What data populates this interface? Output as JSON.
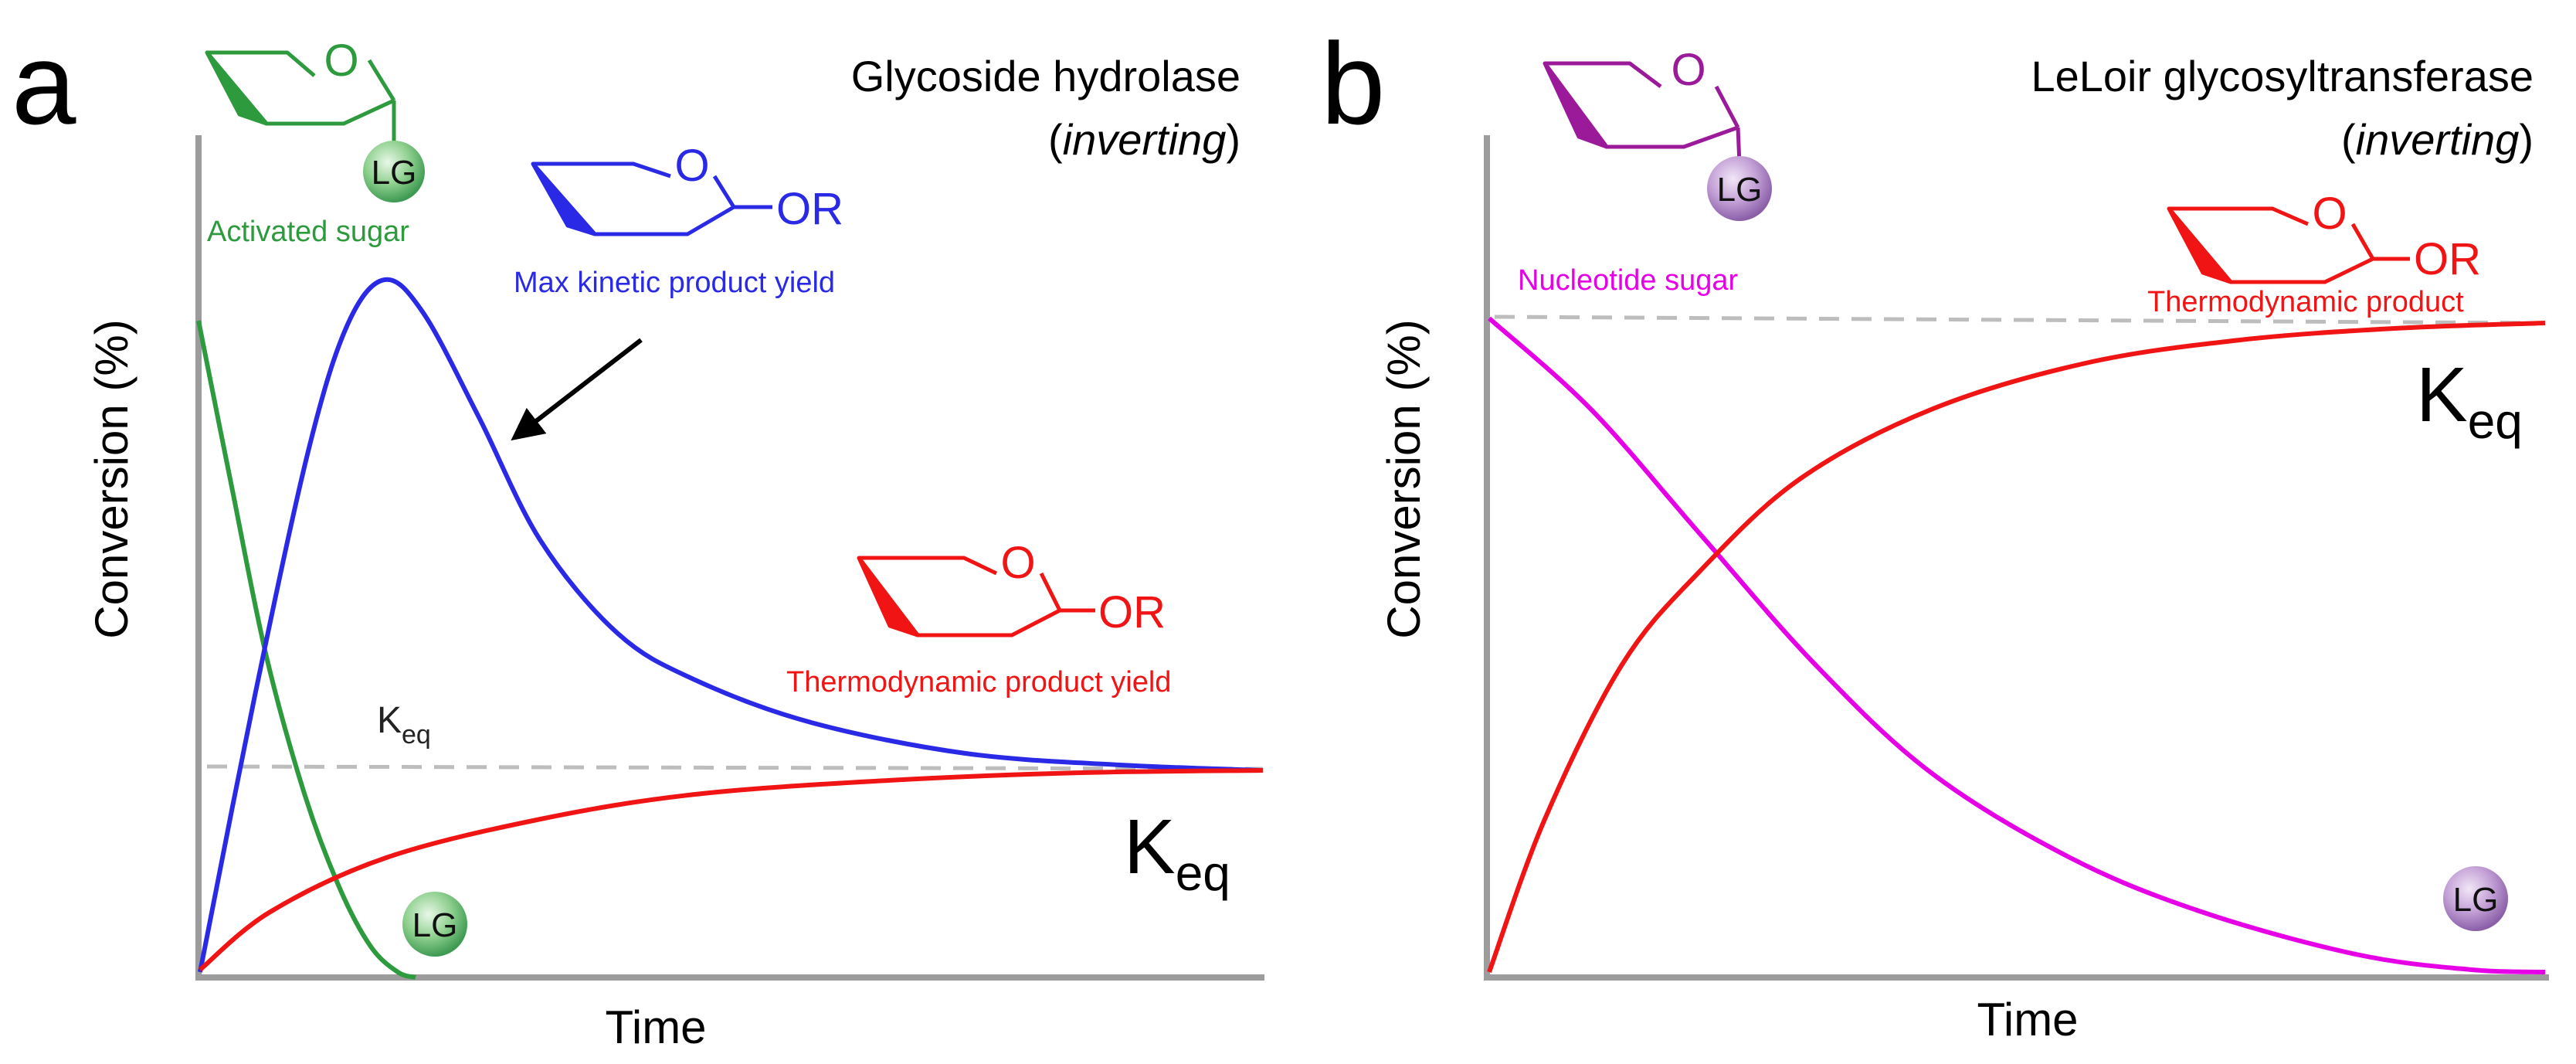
{
  "colors": {
    "green": "#2e9a3e",
    "blue": "#2a2ae6",
    "red": "#f01414",
    "magenta": "#e600e6",
    "purple": "#9a1a9a",
    "black": "#000000",
    "dash": "#bdbdbd",
    "axis": "#9c9c9c"
  },
  "panel_a": {
    "letter": "a",
    "title_line1": "Glycoside hydrolase",
    "title_paren_open": "(",
    "title_italic": "inverting",
    "title_paren_close": ")",
    "ylabel": "Conversion (%)",
    "xlabel": "Time",
    "activated_sugar": "Activated sugar",
    "lg": "LG",
    "lg_bottom": "LG",
    "ring_o_green": "O",
    "ring_o_blue": "O",
    "ring_or_blue": "OR",
    "max_kinetic": "Max kinetic product yield",
    "ring_o_red": "O",
    "ring_or_red": "OR",
    "thermo_yield": "Thermodynamic product yield",
    "keq_small_k": "K",
    "keq_small_sub": "eq",
    "keq_big_k": "K",
    "keq_big_sub": "eq",
    "curves": {
      "activated_sugar": "green",
      "kinetic_product": "blue",
      "thermodynamic_product": "red"
    }
  },
  "panel_b": {
    "letter": "b",
    "title_line1": "LeLoir glycosyltransferase",
    "title_paren_open": "(",
    "title_italic": "inverting",
    "title_paren_close": ")",
    "ylabel": "Conversion (%)",
    "xlabel": "Time",
    "nucleotide_sugar": "Nucleotide sugar",
    "lg": "LG",
    "lg_bottom": "LG",
    "ring_o_purple": "O",
    "ring_o_red": "O",
    "ring_or_red": "OR",
    "thermo_product": "Thermodynamic product",
    "keq_k": "K",
    "keq_sub": "eq",
    "curves": {
      "nucleotide_sugar": "magenta",
      "thermodynamic_product": "red"
    }
  }
}
